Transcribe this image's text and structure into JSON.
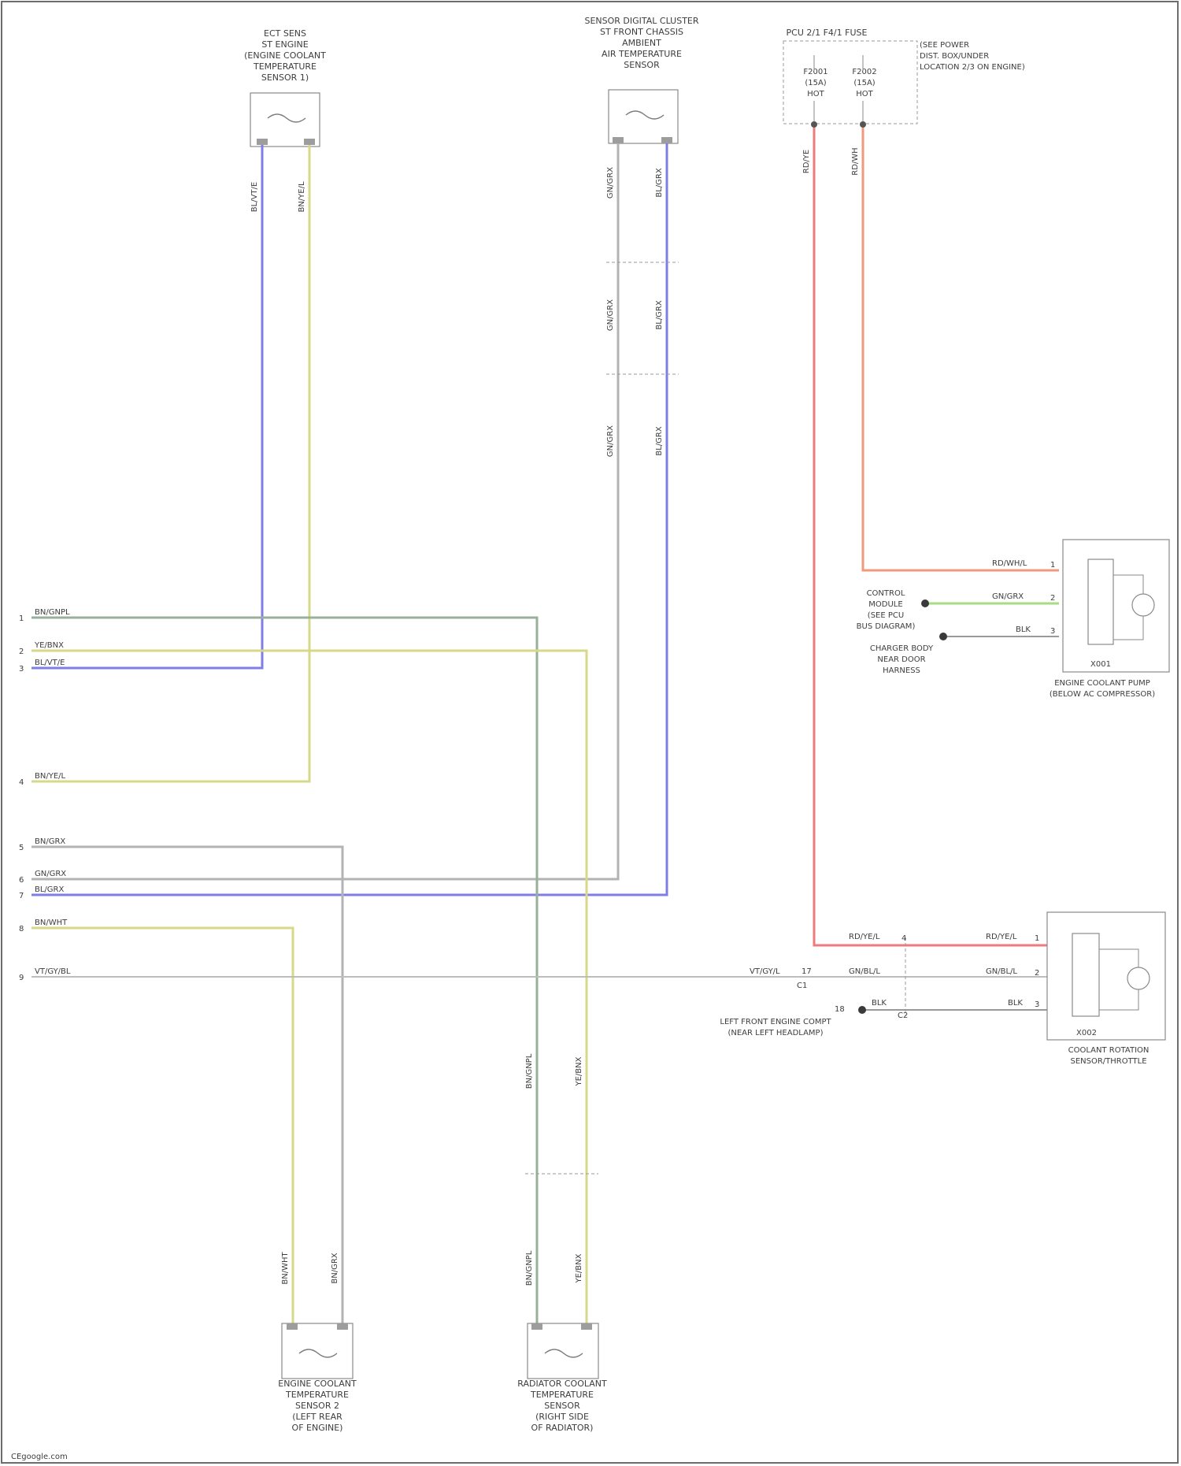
{
  "colors": {
    "blue": "#7d7ee6",
    "yellow": "#d8d88a",
    "green": "#98b09a",
    "gray": "#b3b3b3",
    "red": "#ec7b7b",
    "orange": "#ef9a7e",
    "lime": "#a6dc86"
  },
  "components": {
    "ect_sensor_top": [
      "ECT SENS",
      "ST ENGINE",
      "(ENGINE COOLANT",
      "TEMPERATURE",
      "SENSOR 1)"
    ],
    "iat_sensor": [
      "SENSOR DIGITAL CLUSTER",
      "ST FRONT CHASSIS",
      "AMBIENT",
      "AIR TEMPERATURE",
      "SENSOR"
    ],
    "fuse_box": [
      "PCU 2/1 F4/1 FUSE"
    ],
    "fuse_box_note": [
      "(SEE POWER",
      "DIST. BOX/UNDER",
      "LOCATION 2/3 ON ENGINE)"
    ],
    "fuse_left": [
      "F2001",
      "(15A)",
      "HOT"
    ],
    "fuse_right": [
      "F2002",
      "(15A)",
      "HOT"
    ],
    "coolant_pump": [
      "ENGINE COOLANT PUMP",
      "(BELOW AC COMPRESSOR)"
    ],
    "thermostat": [
      "COOLANT ROTATION",
      "SENSOR/THROTTLE"
    ],
    "ect_sensor_2": [
      "ENGINE COOLANT",
      "TEMPERATURE",
      "SENSOR 2",
      "(LEFT REAR",
      "OF ENGINE)"
    ],
    "radiator_sensor": [
      "RADIATOR COOLANT",
      "TEMPERATURE",
      "SENSOR",
      "(RIGHT SIDE",
      "OF RADIATOR)"
    ],
    "control_module": [
      "CONTROL",
      "MODULE",
      "(SEE PCU",
      "BUS DIAGRAM)"
    ],
    "ground": [
      "LEFT FRONT ENGINE COMPT",
      "(NEAR LEFT HEADLAMP)"
    ],
    "starter_relay": [
      "CHARGER BODY",
      "NEAR DOOR",
      "HARNESS"
    ]
  },
  "connectors": {
    "pump": "X001",
    "thermostat": "X002"
  },
  "ecm_pins": [
    {
      "num": "1",
      "label": "BN/GNPL"
    },
    {
      "num": "2",
      "label": "YE/BNX"
    },
    {
      "num": "3",
      "label": "BL/VT/E"
    },
    {
      "num": "4",
      "label": "BN/YE/L"
    },
    {
      "num": "5",
      "label": "BN/GRX"
    },
    {
      "num": "6",
      "label": "GN/GRX"
    },
    {
      "num": "7",
      "label": "BL/GRX"
    },
    {
      "num": "8",
      "label": "BN/WHT"
    },
    {
      "num": "9",
      "label": "VT/GY/BL"
    }
  ],
  "wires": {
    "ect1_left": "BL/VT/E",
    "ect1_right": "BN/YE/L",
    "iat_left_1": "GN/GRX",
    "iat_right_1": "BL/GRX",
    "iat_left_2": "GN/GRX",
    "iat_right_2": "BL/GRX",
    "iat_left_3": "GN/GRX",
    "iat_right_3": "BL/GRX",
    "fuse_left": "RD/YE",
    "fuse_right": "RD/WH",
    "pump_1": "RD/WH/L",
    "pump_2": "GN/GRX",
    "pump_3": "BLK",
    "throttle_1": "RD/YE/L",
    "throttle_2": "GN/BL/L",
    "throttle_3": "BLK",
    "ctrl_1": "RD/YE/L",
    "ctrl_2": "GN/BL/L",
    "ctrl_3": "VT/GY/L",
    "ctrl_4": "BLK",
    "bottom_green": "BN/GNPL",
    "bottom_yellow": "YE/BNX",
    "bottom_green_2": "BN/GNPL",
    "bottom_yellow_2": "YE/BNX",
    "ect2_left": "BN/WHT",
    "ect2_right": "BN/GRX"
  },
  "pins": {
    "c1": "C1",
    "c2": "C2",
    "p1": "1",
    "p2": "2",
    "p3": "3",
    "p4": "4",
    "p17": "17",
    "p18": "18"
  },
  "footer": "CEgoogle.com"
}
